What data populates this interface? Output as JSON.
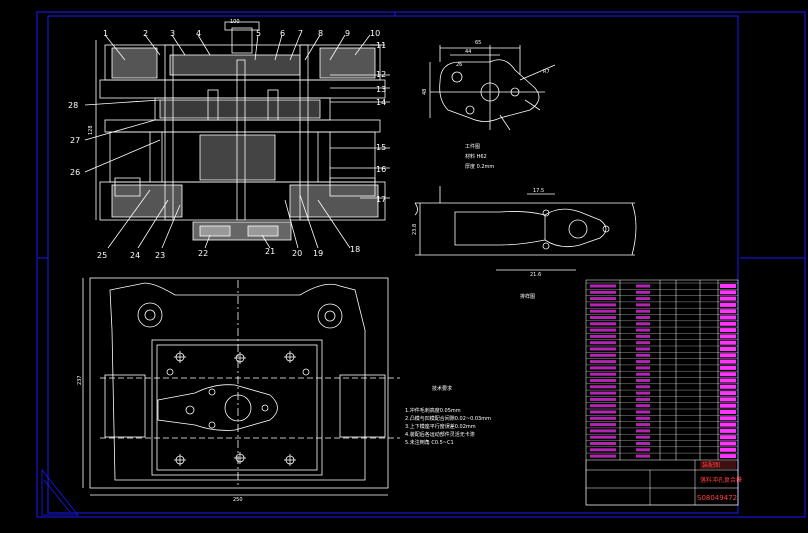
{
  "part_numbers_left": [
    "28",
    "27",
    "26",
    "25",
    "24",
    "23",
    "22",
    "21",
    "20",
    "19",
    "18",
    "17",
    "16",
    "15",
    "14",
    "13",
    "12",
    "11",
    "10",
    "9",
    "8",
    "7",
    "6",
    "5",
    "4",
    "3",
    "2",
    "1"
  ],
  "part_info": {
    "label1": "工件图",
    "label2": "材料 H62",
    "label3": "厚度 0.2mm"
  },
  "strip_label": "排样图",
  "tech_req": {
    "title": "技术要求",
    "lines": [
      "1.冲件毛刺高度0.05mm",
      "2.凸模与凹模配合间隙0.02~0.03mm",
      "3.上下模座平行度误差0.02mm",
      "4.装配后各运动部件灵活无卡滞",
      "5.未注倒角 C0.5~C1"
    ]
  },
  "dims": {
    "top_left_width": "100",
    "side_height": "128",
    "plan_width": "250",
    "plan_height": "237",
    "part_w1": "65",
    "part_w2": "44",
    "part_w3": "26",
    "part_h": "48",
    "part_r": "R7",
    "strip_w": "23.8",
    "strip_pitch": "21.6",
    "strip_h": "17.5"
  },
  "title_block": {
    "name_red": "落料冲孔复合模",
    "school": "装配图",
    "drawing_no": "S08049472"
  },
  "colors": {
    "frame": "#1a1aff",
    "line": "#ffffff",
    "magenta": "#ff33ff",
    "red": "#ff3030",
    "cyan": "#00ffff"
  }
}
